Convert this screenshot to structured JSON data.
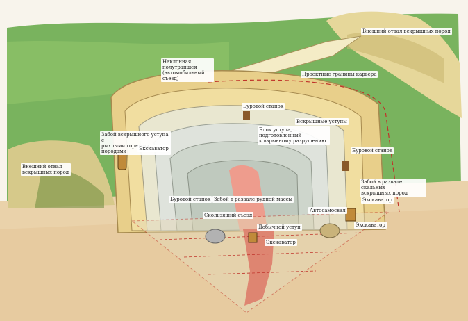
{
  "labels": {
    "external_dump_top": "Внешний отвал вскрышных пород",
    "inclined_trench": "Наклонная полутраншея\n(автомобильный съезд)",
    "pit_boundaries": "Проектные границы карьера",
    "drill_rig_top": "Буровой станок",
    "stripping_benches": "Вскрышные уступы",
    "blast_block": "Блок уступа, подготовленный\nк взрывному разрушению",
    "face_loose": "Забой вскрышного уступа с\nрыхлыми горными породами",
    "excavator_left": "Экскаватор",
    "external_dump_left": "Внешний отвал\nвскрышных пород",
    "drill_rig_right": "Буровой станок",
    "face_rock": "Забой в развале скальных\nвскрышных пород",
    "excavator_right": "Экскаватор",
    "drill_rig_mid": "Буровой станок",
    "face_ore": "Забой в развале рудной массы",
    "sliding_ramp": "Скользящий съезд",
    "dump_truck": "Автосамосвал",
    "mining_bench": "Добычной уступ",
    "excavator_bottom": "Экскаватор",
    "excavator_bottom_right": "Экскаватор"
  },
  "colors": {
    "grass": "#6fae57",
    "grass_light": "#a9cf7a",
    "bench_light": "#f2e3a6",
    "bench_mid": "#d9c27a",
    "bench_shadow": "#b89a5a",
    "rock_light": "#e4e7e2",
    "rock_mid": "#c7cdc5",
    "ore": "#d9312a",
    "ore_light": "#ef9c8e",
    "boundary": "#c0332a",
    "soil": "#e8c9a0"
  }
}
